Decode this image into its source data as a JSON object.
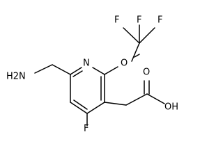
{
  "molecule": {
    "atoms": {
      "n_ring": "N",
      "o_ether": "O",
      "f_top_left": "F",
      "f_top_right": "F",
      "f_left": "F",
      "f_ring": "F",
      "amine": "H2N",
      "o_carbonyl": "O",
      "hydroxyl": "OH"
    }
  }
}
